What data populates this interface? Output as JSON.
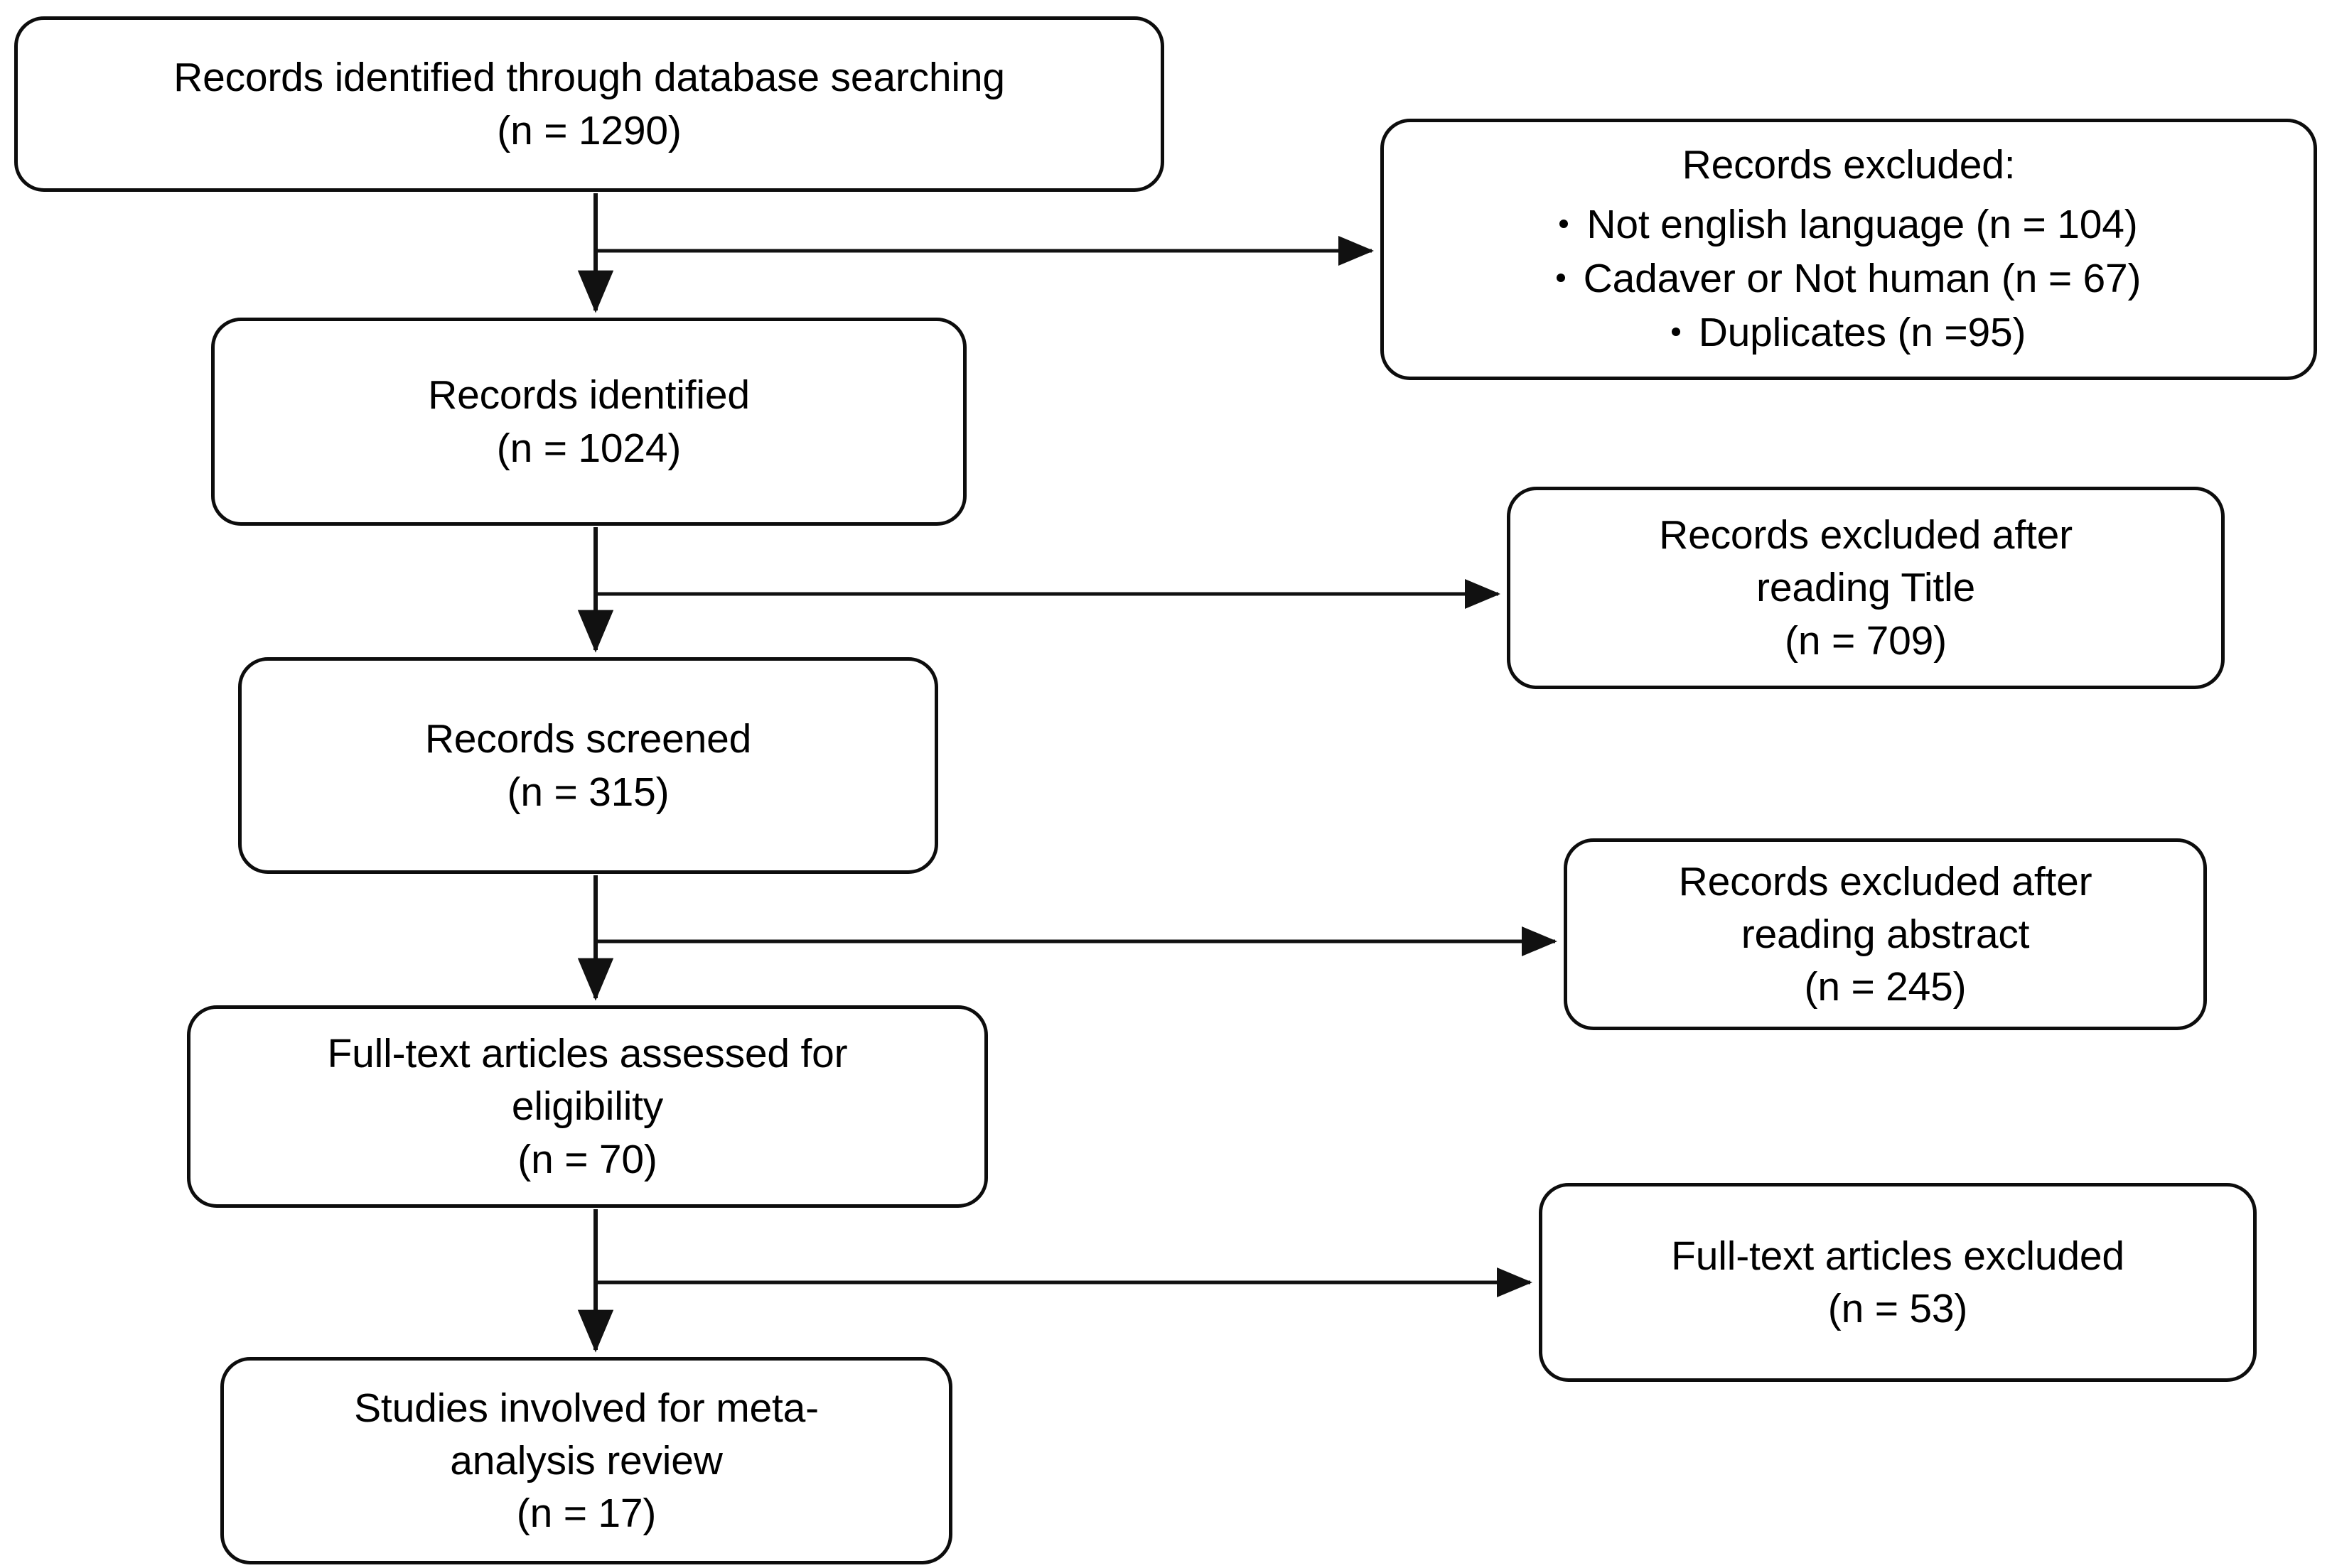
{
  "diagram": {
    "type": "prisma-flow-diagram",
    "title": "PRISMA study selection flow diagram",
    "colors": {
      "stroke": "#0d0d0d",
      "fill": "#ffffff",
      "text": "#000000"
    },
    "nodes": {
      "identified_db": {
        "id": "records-identified-through-database-searching",
        "lines": [
          "Records identified through database searching",
          "(n = 1290)"
        ],
        "count_label": "(n = 1290)",
        "count": 1290
      },
      "identified": {
        "id": "records-identified",
        "lines": [
          "Records identified",
          "(n = 1024)"
        ],
        "count_label": "(n = 1024)",
        "count": 1024
      },
      "screened": {
        "id": "records-screened",
        "lines": [
          "Records screened",
          "(n = 315)"
        ],
        "count_label": "(n = 315)",
        "count": 315
      },
      "fulltext": {
        "id": "full-text-articles-assessed-for-eligibility",
        "lines": [
          "Full-text articles assessed for",
          "eligibility",
          "(n = 70)"
        ],
        "count_label": "(n = 70)",
        "count": 70
      },
      "studies": {
        "id": "studies-involved-for-meta-analysis-review",
        "lines": [
          "Studies involved for meta-",
          "analysis review",
          "(n = 17)"
        ],
        "count_label": "(n = 17)",
        "count": 17
      },
      "excluded_list": {
        "id": "records-excluded",
        "heading": "Records excluded:",
        "bullets": [
          {
            "label": "Not english language (n = 104)",
            "count": 104
          },
          {
            "label": "Cadaver or Not human (n = 67)",
            "count": 67
          },
          {
            "label": "Duplicates (n =95)",
            "count": 95
          }
        ]
      },
      "excl_title": {
        "id": "records-excluded-after-reading-title",
        "lines": [
          "Records excluded after",
          "reading Title",
          "(n = 709)"
        ],
        "count_label": "(n = 709)",
        "count": 709
      },
      "excl_abstract": {
        "id": "records-excluded-after-reading-abstract",
        "lines": [
          "Records excluded after",
          "reading abstract",
          "(n = 245)"
        ],
        "count_label": "(n = 245)",
        "count": 245
      },
      "excl_fulltext": {
        "id": "full-text-articles-excluded",
        "lines": [
          "Full-text articles excluded",
          "(n = 53)"
        ],
        "count_label": "(n = 53)",
        "count": 53
      }
    },
    "edges": [
      {
        "from": "identified_db",
        "to": "identified",
        "direction": "down"
      },
      {
        "from": "identified",
        "to": "screened",
        "direction": "down"
      },
      {
        "from": "screened",
        "to": "fulltext",
        "direction": "down"
      },
      {
        "from": "fulltext",
        "to": "studies",
        "direction": "down"
      },
      {
        "from": "identified_db",
        "to": "excluded_list",
        "direction": "right"
      },
      {
        "from": "identified",
        "to": "excl_title",
        "direction": "right"
      },
      {
        "from": "screened",
        "to": "excl_abstract",
        "direction": "right"
      },
      {
        "from": "fulltext",
        "to": "excl_fulltext",
        "direction": "right"
      }
    ]
  }
}
